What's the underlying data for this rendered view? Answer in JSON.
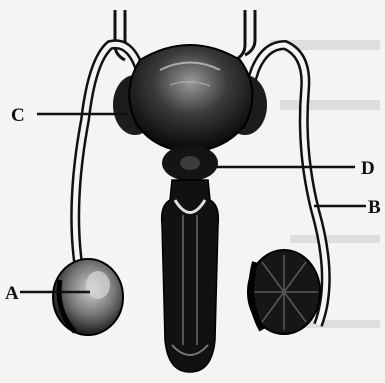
{
  "labels": {
    "a": "A",
    "b": "B",
    "c": "C",
    "d": "D"
  },
  "colors": {
    "background": "#f4f4f2",
    "ink": "#111111",
    "testis_fill": "#6b6b6b",
    "light_highlight": "#bdbdbd"
  }
}
